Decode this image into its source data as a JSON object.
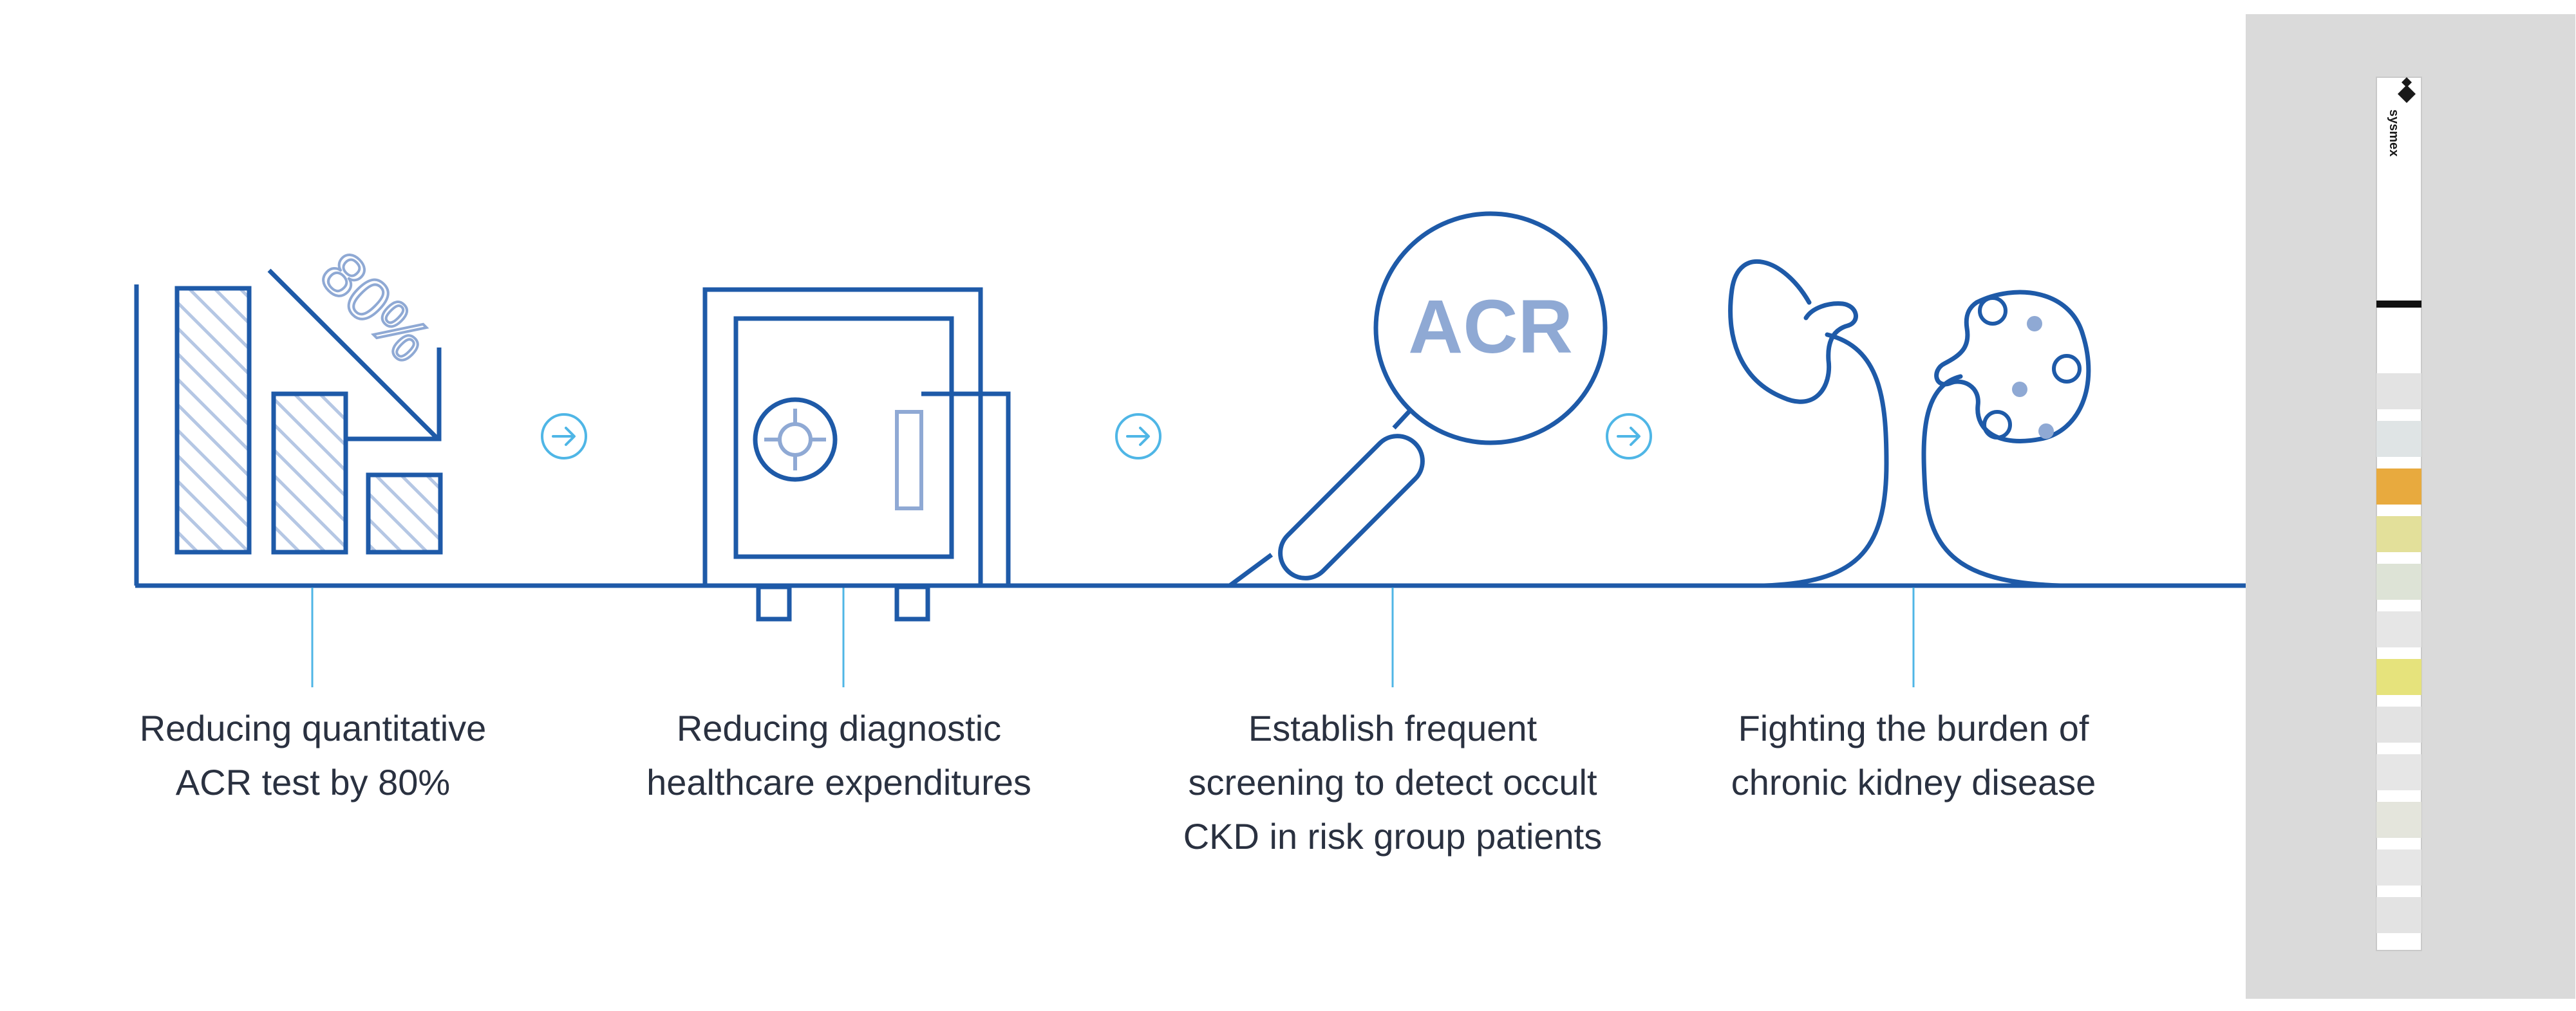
{
  "colors": {
    "primary": "#1e5aa8",
    "light_blue": "#8fa9d4",
    "hatch": "#b5c7e4",
    "arrow": "#4fb6e6",
    "panel": "#dadada",
    "text": "#2a3140"
  },
  "chart_icon": {
    "percent_label": "80%"
  },
  "magnifier_icon": {
    "label": "ACR"
  },
  "arrows": [
    "arrow-circle-right-icon",
    "arrow-circle-right-icon",
    "arrow-circle-right-icon"
  ],
  "steps": [
    {
      "icon": "bar-chart-decrease-icon",
      "caption_lines": [
        "Reducing quantitative",
        "ACR test by 80%"
      ]
    },
    {
      "icon": "safe-icon",
      "caption_lines": [
        "Reducing diagnostic",
        "healthcare expenditures"
      ]
    },
    {
      "icon": "magnifier-icon",
      "caption_lines": [
        "Establish frequent",
        "screening to detect occult",
        "CKD in risk group patients"
      ]
    },
    {
      "icon": "kidneys-icon",
      "caption_lines": [
        "Fighting the burden of",
        "chronic kidney disease"
      ]
    }
  ],
  "test_strip": {
    "brand": "sysmex",
    "pads": [
      "#e3e3e3",
      "#dfe4e5",
      "#e8aa3e",
      "#e3e09a",
      "#dde3d6",
      "#e6e6e6",
      "#e6e37c",
      "#e3e3e3",
      "#e6e6e6",
      "#e4e5dc",
      "#e6e6e6",
      "#e3e3e3"
    ]
  }
}
